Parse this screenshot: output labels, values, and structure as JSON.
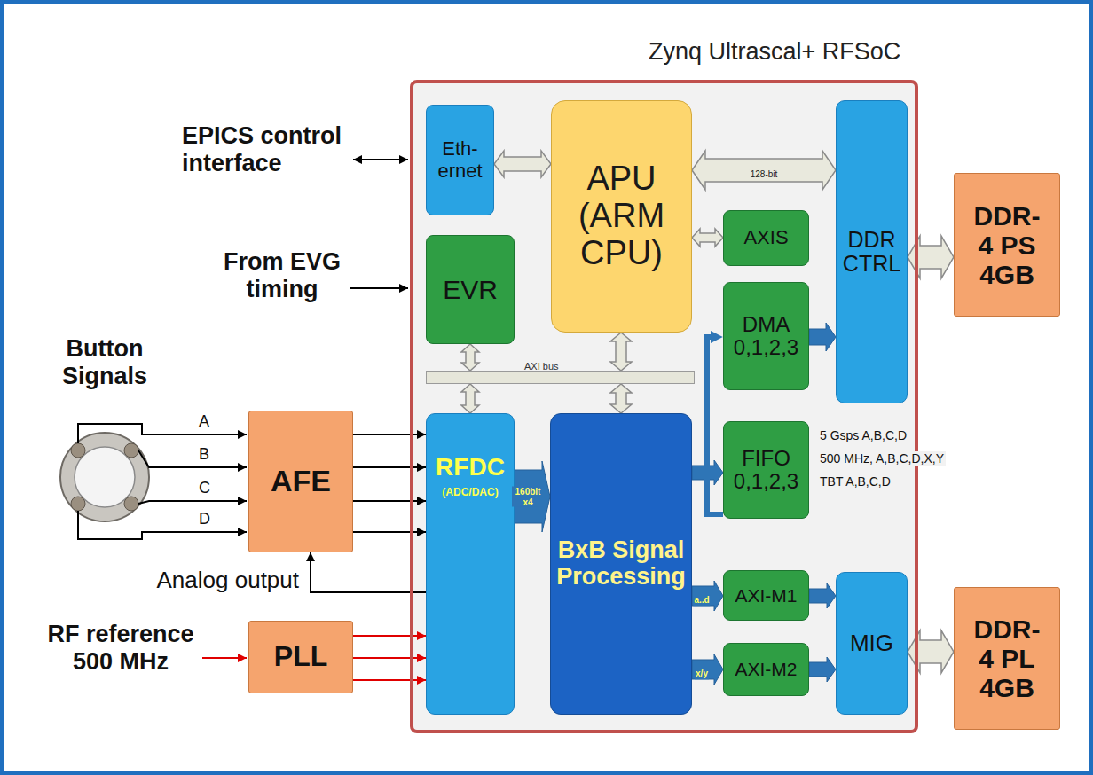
{
  "diagram": {
    "nodes": [
      {
        "text": [
          "Zynq Ultrascal+ RFSoC"
        ]
      },
      {
        "text": [
          "Eth- ernet"
        ],
        "in": 0
      },
      {
        "text": [
          "APU (ARM CPU)"
        ],
        "in": 0
      },
      {
        "text": [
          "DDR CTRL"
        ],
        "in": 0
      },
      {
        "text": [
          "AXIS"
        ],
        "in": 0
      },
      {
        "text": [
          "EVR"
        ],
        "in": 0
      },
      {
        "text": [
          "DMA 0,1,2,3"
        ],
        "in": 0
      },
      {
        "text": [
          "AXI bus"
        ],
        "in": 0
      },
      {
        "text": [
          "AFE"
        ]
      },
      {
        "text": [
          "RFDC",
          "(ADC/DAC)"
        ],
        "in": 0
      },
      {
        "text": [
          "BxB Signal Processing"
        ],
        "in": 0
      },
      {
        "text": [
          "FIFO 0,1,2,3"
        ],
        "in": 0
      },
      {
        "text": [
          "AXI-M1"
        ],
        "in": 0
      },
      {
        "text": [
          "AXI-M2"
        ],
        "in": 0
      },
      {
        "text": [
          "MIG"
        ],
        "in": 0
      },
      {
        "text": [
          "PLL"
        ]
      },
      {
        "text": [
          "DDR-4 PS 4GB"
        ]
      },
      {
        "text": [
          "DDR-4 PL 4GB"
        ]
      }
    ],
    "edges": [
      {
        "from": 1,
        "to": 2,
        "arrow": "both"
      },
      {
        "from": 2,
        "to": 3,
        "label": "128-bit",
        "arrow": "both"
      },
      {
        "from": 2,
        "to": 4,
        "arrow": "both"
      },
      {
        "from": 6,
        "to": 3,
        "arrow": "to"
      },
      {
        "from": 5,
        "to": 7,
        "arrow": "both"
      },
      {
        "from": 2,
        "to": 7,
        "arrow": "both"
      },
      {
        "from": 7,
        "to": 9,
        "arrow": "both"
      },
      {
        "from": 7,
        "to": 10,
        "arrow": "both"
      },
      {
        "from": 8,
        "to": 9,
        "arrow": "to"
      },
      {
        "from": 8,
        "to": 9,
        "arrow": "to"
      },
      {
        "from": 8,
        "to": 9,
        "arrow": "to"
      },
      {
        "from": 8,
        "to": 9,
        "arrow": "to"
      },
      {
        "from": 9,
        "to": 8,
        "label": "Analog output",
        "arrow": "to"
      },
      {
        "from": 9,
        "to": 10,
        "label": "160bit x4",
        "arrow": "to"
      },
      {
        "from": 10,
        "to": 11,
        "arrow": "to"
      },
      {
        "from": 11,
        "to": 6,
        "arrow": "to"
      },
      {
        "from": 10,
        "to": 12,
        "label": "a..d",
        "arrow": "to"
      },
      {
        "from": 10,
        "to": 13,
        "label": "x/y",
        "arrow": "to"
      },
      {
        "from": 12,
        "to": 14,
        "arrow": "to"
      },
      {
        "from": 13,
        "to": 14,
        "arrow": "to"
      },
      {
        "from": 3,
        "to": 16,
        "arrow": "both"
      },
      {
        "from": 14,
        "to": 17,
        "arrow": "both"
      },
      {
        "from": 15,
        "to": 9,
        "arrow": "to"
      },
      {
        "from": 15,
        "to": 9,
        "arrow": "to"
      },
      {
        "from": 15,
        "to": 9,
        "arrow": "to"
      }
    ],
    "labels": [
      "EPICS control interface",
      "From EVG timing",
      "Button Signals",
      "A",
      "B",
      "C",
      "D",
      "RF reference 500 MHz",
      "5 Gsps A,B,C,D",
      "500 MHz, A,B,C,D,X,Y",
      "TBT A,B,C,D"
    ]
  }
}
